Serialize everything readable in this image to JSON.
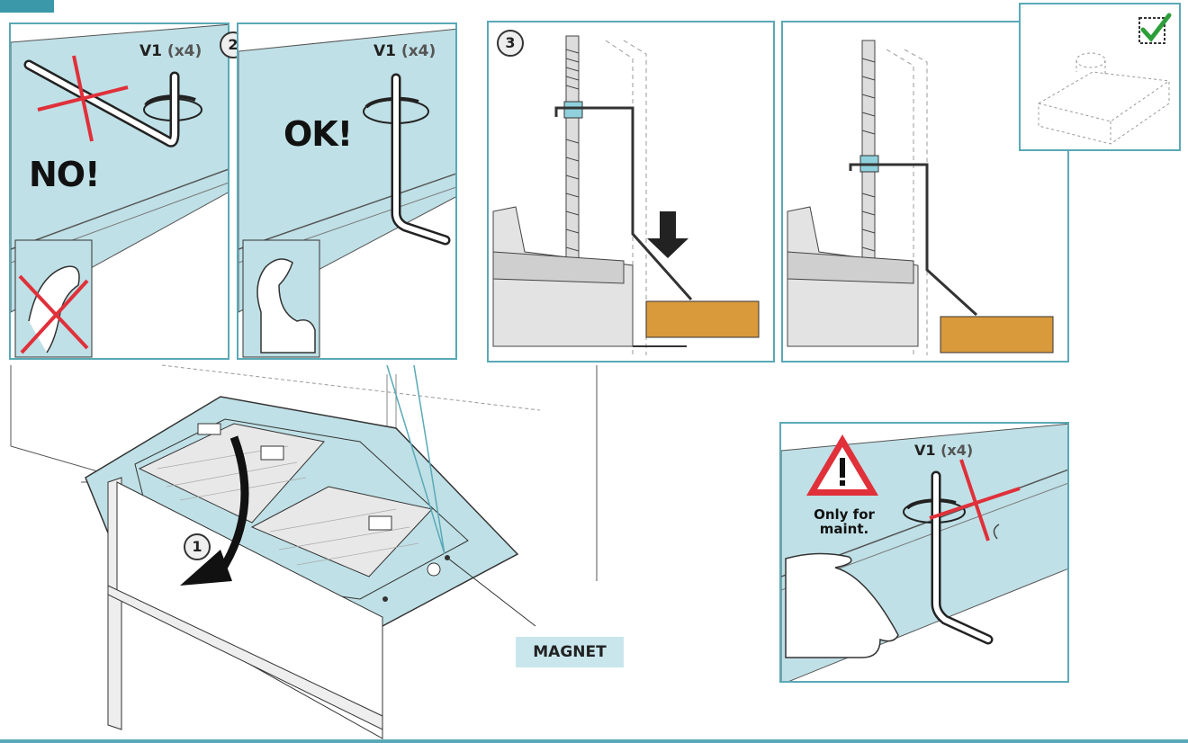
{
  "labels": {
    "v1_main": "V1",
    "v1_qty": "(x4)",
    "no": "NO!",
    "ok": "OK!",
    "step1": "1",
    "step2": "2",
    "step3": "3",
    "magnet": "MAGNET",
    "warn_line1": "Only for",
    "warn_line2": "maint."
  },
  "colors": {
    "frame": "#5aa9b6",
    "panel_fill": "#bfe0e6",
    "wood": "#d99a3c",
    "cross": "#e0303a",
    "check": "#2e9e3a",
    "nut": "#8fd0dc"
  },
  "icons": {
    "warning": "warning-triangle-icon",
    "check": "checkmark-icon",
    "arrow": "rotate-arrow-icon"
  }
}
